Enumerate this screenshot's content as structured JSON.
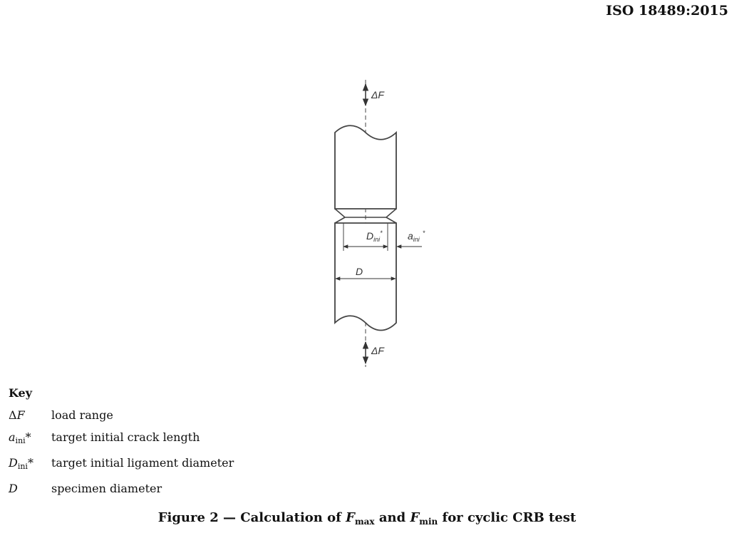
{
  "header": {
    "standard_id": "ISO 18489:2015"
  },
  "figure": {
    "labels": {
      "top_force": "ΔF",
      "bottom_force": "ΔF",
      "d_ini_main": "D",
      "d_ini_sub": "ini",
      "d_ini_star": "*",
      "a_ini_main": "a",
      "a_ini_sub": "ini",
      "a_ini_star": "*",
      "d_main": "D"
    }
  },
  "key": {
    "title": "Key",
    "items": [
      {
        "symbol": "F",
        "prefix": "Δ",
        "subscript": "",
        "suffix": "",
        "description": "load range"
      },
      {
        "symbol": "a",
        "prefix": "",
        "subscript": "ini",
        "suffix": "*",
        "description": "target initial crack length"
      },
      {
        "symbol": "D",
        "prefix": "",
        "subscript": "ini",
        "suffix": "*",
        "description": "target initial ligament diameter"
      },
      {
        "symbol": "D",
        "prefix": "",
        "subscript": "",
        "suffix": "",
        "description": "specimen diameter"
      }
    ]
  },
  "caption": {
    "prefix": "Figure 2 — Calculation of ",
    "f1": "F",
    "f1_sub": "max",
    "mid": " and ",
    "f2": "F",
    "f2_sub": "min",
    "suffix": " for cyclic CRB test"
  }
}
